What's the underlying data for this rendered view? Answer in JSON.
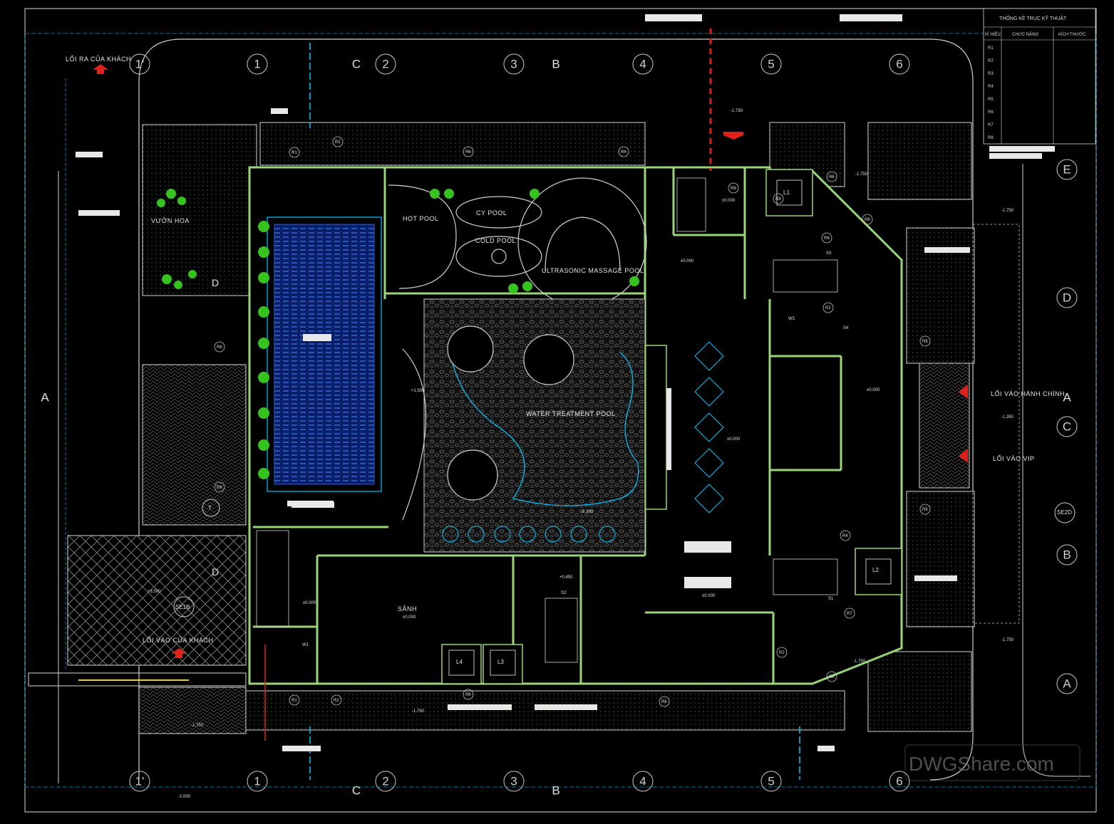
{
  "colors": {
    "background": "#000000",
    "wall": "#9bd57a",
    "outline": "#00c8ff",
    "water": "#1a3a9a",
    "plant": "#37c31f",
    "accent_red": "#e0201a",
    "pink": "#d040d0",
    "text": "#e8e8e8"
  },
  "grid": {
    "top_numbers": [
      "1'",
      "1",
      "2",
      "3",
      "4",
      "5",
      "6"
    ],
    "bottom_numbers": [
      "1'",
      "1",
      "2",
      "3",
      "4",
      "5",
      "6"
    ],
    "top_letters": [
      "C",
      "B"
    ],
    "bottom_letters": [
      "C",
      "B"
    ],
    "right_letters": [
      "E",
      "D",
      "C",
      "B",
      "A"
    ],
    "left_letter": "A",
    "mid_letter_a": "A"
  },
  "labels": {
    "guest_exit": "LỐI RA CỦA KHÁCH",
    "guest_entry": "LỐI VÀO CỦA KHÁCH",
    "admin_entry": "LỐI VÀO HÀNH CHÍNH",
    "vip_entry": "LỐI VÀO VIP",
    "flower_garden": "VƯỜN HOA",
    "hot_pool": "HOT POOL",
    "cy_pool": "CY POOL",
    "cold_pool": "COLD POOL",
    "ultrasonic_pool": "ULTRASONIC MASSAGE POOL",
    "water_treatment_pool": "WATER TREATMENT POOL",
    "lobby": "SẢNH",
    "zone_d_upper": "D",
    "zone_d_lower": "D",
    "section_se2d": "SE2D",
    "section_se1b": "SE1B",
    "watermark": "DWGShare.com"
  },
  "levels": {
    "l1": "-1.750",
    "l2": "+1.500",
    "l3": "±0.000",
    "l4": "+0.450",
    "l5": "-1.350",
    "l6": "-2.000",
    "l7": "+3.500",
    "l8": "-0.300"
  },
  "tech_table": {
    "title": "THỐNG KÊ TRỤC KỸ THUẬT",
    "col_symbol": "KÍ HIỆU",
    "col_function": "CHỨC NĂNG",
    "col_size": "KÍCH THƯỚC",
    "rows": [
      "R1",
      "R2",
      "R3",
      "R4",
      "R5",
      "R6",
      "R7",
      "R8"
    ]
  },
  "markers": {
    "r1": "R1",
    "r2": "R2",
    "r6": "R6",
    "r7": "R7",
    "r8": "R8",
    "r4": "R4",
    "l1": "L1",
    "l2": "L2",
    "l3": "L3",
    "l4": "L4",
    "w1": "W1",
    "w3": "W3",
    "s1": "S1",
    "s2": "S2",
    "s3": "S3",
    "s4": "S4",
    "t": "T"
  }
}
